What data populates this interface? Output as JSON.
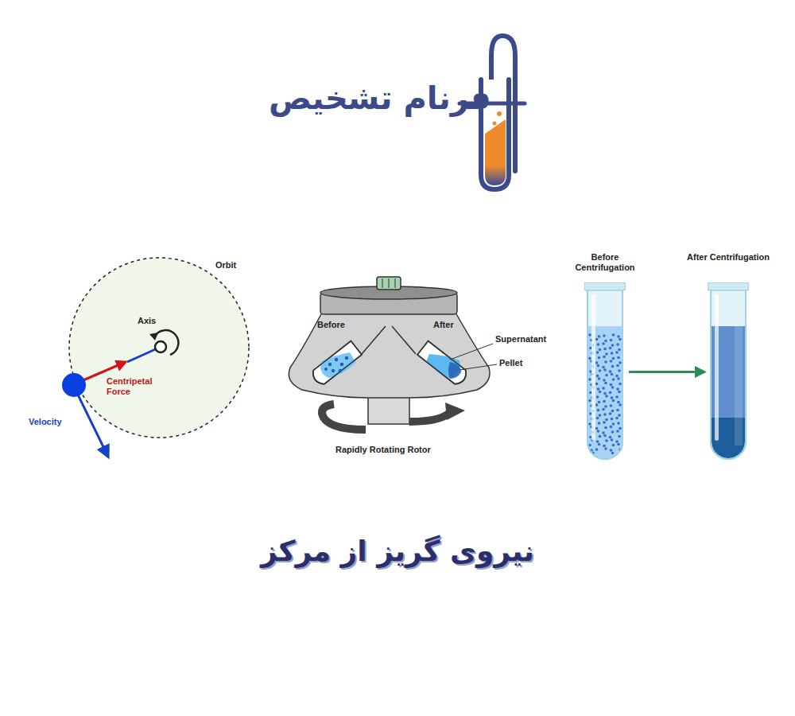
{
  "diagram": {
    "title": "نیروی گریز از مرکز",
    "nodes": [
      {
        "text": [
          "Before Centrifugation"
        ]
      },
      {
        "text": [
          "After Centrifugation"
        ]
      }
    ],
    "edges": [
      {
        "from": 0,
        "to": 1,
        "arrow": "to"
      }
    ],
    "labels": [
      "فرنام تشخیص",
      "Orbit",
      "Axis",
      "Centripetal Force",
      "Velocity",
      "Before",
      "After",
      "Supernatant",
      "Pellet",
      "Rapidly Rotating Rotor"
    ]
  }
}
